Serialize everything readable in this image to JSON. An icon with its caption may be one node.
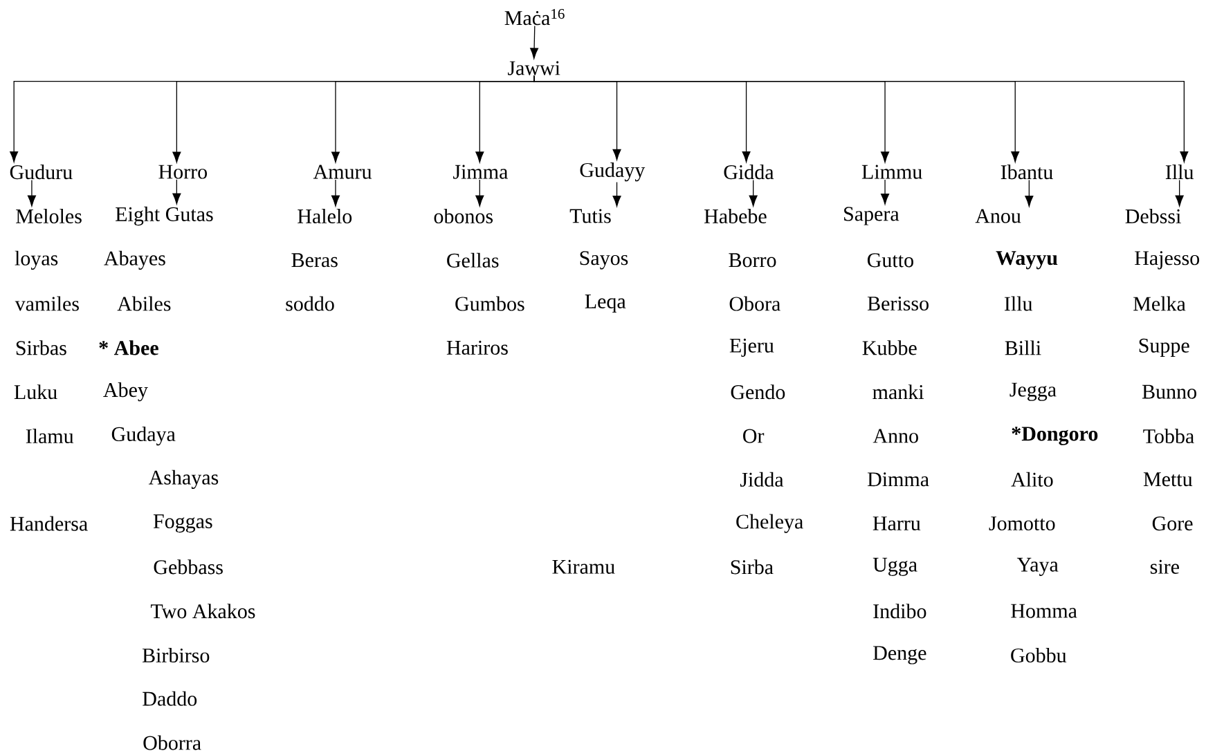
{
  "diagram": {
    "nodes": [
      {
        "text": [
          "Maċa$^{16}$"
        ]
      },
      {
        "text": [
          "Jawwi"
        ]
      },
      {
        "text": [
          "Guduru"
        ]
      },
      {
        "text": [
          "Horro"
        ]
      },
      {
        "text": [
          "Amuru"
        ]
      },
      {
        "text": [
          "Jimma"
        ]
      },
      {
        "text": [
          "Gudayy"
        ]
      },
      {
        "text": [
          "Gidda"
        ]
      },
      {
        "text": [
          "Limmu"
        ]
      },
      {
        "text": [
          "Ibantu"
        ]
      },
      {
        "text": [
          "Illu"
        ]
      },
      {
        "text": [
          "Meloles",
          "loyas",
          "vamiles",
          "Sirbas",
          "Luku",
          "Ilamu",
          "Handersa"
        ]
      },
      {
        "text": [
          "Eight Gutas",
          "Abayes",
          "Abiles",
          "* Abee",
          "Abey",
          "Gudaya",
          "Ashayas",
          "Foggas",
          "Gebbass",
          "Two Akakos",
          "Birbirso",
          "Daddo",
          "Oborra"
        ]
      },
      {
        "text": [
          "Halelo",
          "Beras",
          "soddo"
        ]
      },
      {
        "text": [
          "obonos",
          "Gellas",
          "Gumbos",
          "Hariros"
        ]
      },
      {
        "text": [
          "Tutis",
          "Sayos",
          "Leqa",
          "Kiramu"
        ]
      },
      {
        "text": [
          "Habebe",
          "Borro",
          "Obora",
          "Ejeru",
          "Gendo",
          "Or",
          "Jidda",
          "Cheleya",
          "Sirba"
        ]
      },
      {
        "text": [
          "Sapera",
          "Gutto",
          "Berisso",
          "Kubbe",
          "manki",
          "Anno",
          "Dimma",
          "Harru",
          "Ugga",
          "Indibo",
          "Denge"
        ]
      },
      {
        "text": [
          "Anou",
          "Wayyu",
          "Illu",
          "Billi",
          "Jegga",
          "*Dongoro",
          "Alito",
          "Jomotto",
          "Yaya",
          "Homma",
          "Gobbu"
        ]
      },
      {
        "text": [
          "Debssi",
          "Hajesso",
          "Melka",
          "Suppe",
          "Bunno",
          "Tobba",
          "Mettu",
          "Gore",
          "sire"
        ]
      }
    ],
    "edges": [
      {
        "from": 0,
        "to": 1,
        "arrow": "to"
      },
      {
        "from": 1,
        "to": 2,
        "arrow": "to"
      },
      {
        "from": 1,
        "to": 3,
        "arrow": "to"
      },
      {
        "from": 1,
        "to": 4,
        "arrow": "to"
      },
      {
        "from": 1,
        "to": 5,
        "arrow": "to"
      },
      {
        "from": 1,
        "to": 6,
        "arrow": "to"
      },
      {
        "from": 1,
        "to": 7,
        "arrow": "to"
      },
      {
        "from": 1,
        "to": 8,
        "arrow": "to"
      },
      {
        "from": 1,
        "to": 9,
        "arrow": "to"
      },
      {
        "from": 1,
        "to": 10,
        "arrow": "to"
      },
      {
        "from": 2,
        "to": 11,
        "arrow": "to"
      },
      {
        "from": 3,
        "to": 12,
        "arrow": "to"
      },
      {
        "from": 4,
        "to": 13,
        "arrow": "to"
      },
      {
        "from": 5,
        "to": 14,
        "arrow": "to"
      },
      {
        "from": 6,
        "to": 15,
        "arrow": "to"
      },
      {
        "from": 7,
        "to": 16,
        "arrow": "to"
      },
      {
        "from": 8,
        "to": 17,
        "arrow": "to"
      },
      {
        "from": 9,
        "to": 18,
        "arrow": "to"
      },
      {
        "from": 10,
        "to": 19,
        "arrow": "to"
      }
    ]
  }
}
